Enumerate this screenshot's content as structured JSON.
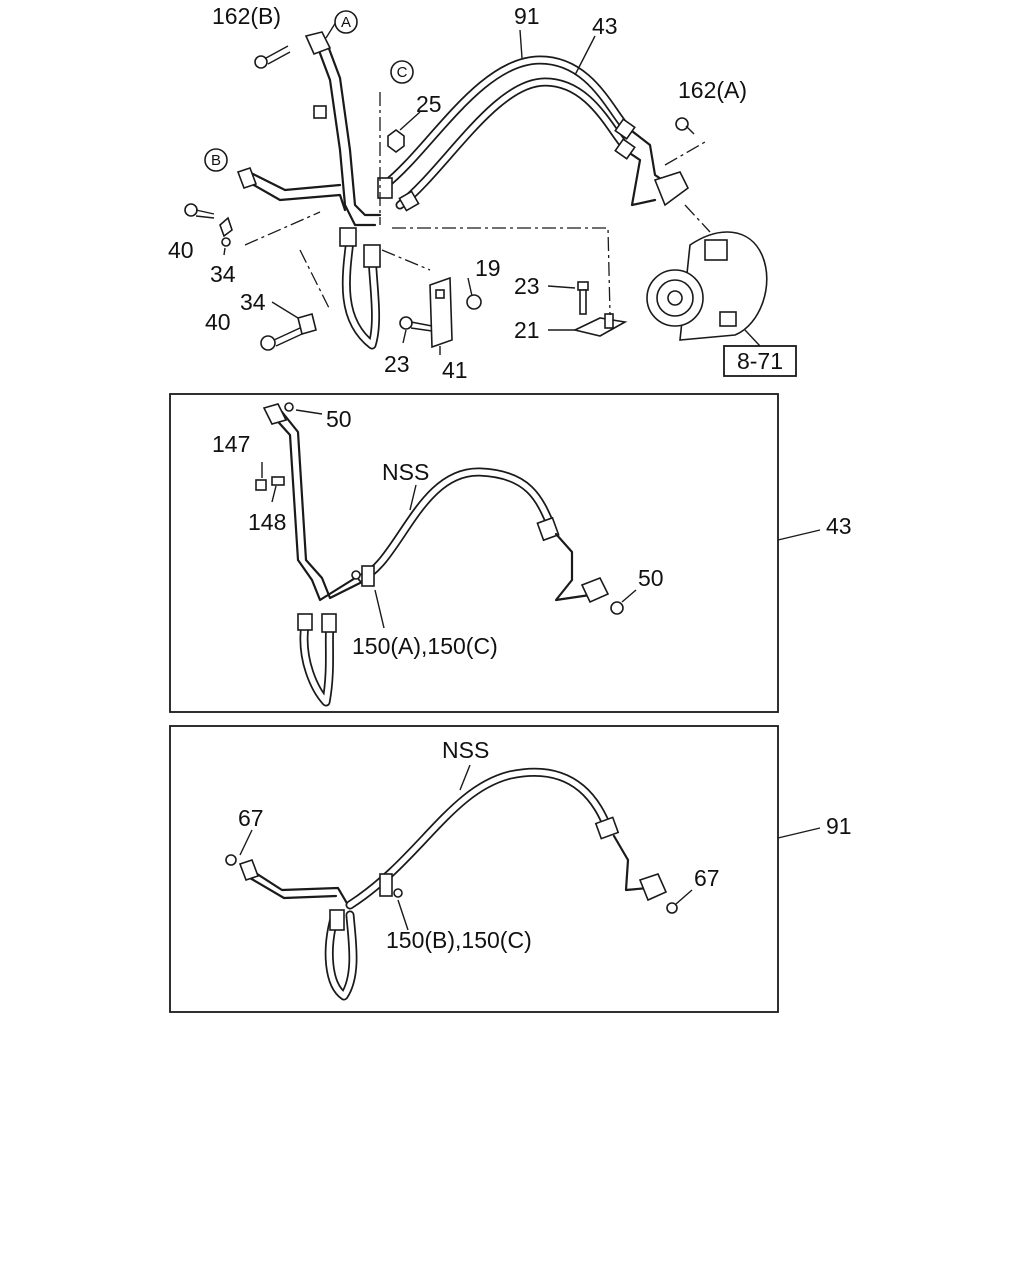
{
  "callouts": {
    "p162b": "162(B)",
    "p91_top": "91",
    "p43_top": "43",
    "p25": "25",
    "p162a": "162(A)",
    "p40a": "40",
    "p34a": "34",
    "p34b": "34",
    "p40b": "40",
    "p19": "19",
    "p23a": "23",
    "p21": "21",
    "p23b": "23",
    "p41": "41",
    "ref_871": "8-71",
    "p50a": "50",
    "p147": "147",
    "p148": "148",
    "nss1": "NSS",
    "p43_side": "43",
    "p50b": "50",
    "p150ac": "150(A),150(C)",
    "nss2": "NSS",
    "p67a": "67",
    "p91_side": "91",
    "p67b": "67",
    "p150bc": "150(B),150(C)"
  },
  "markers": {
    "a": "A",
    "b": "B",
    "c": "C"
  }
}
